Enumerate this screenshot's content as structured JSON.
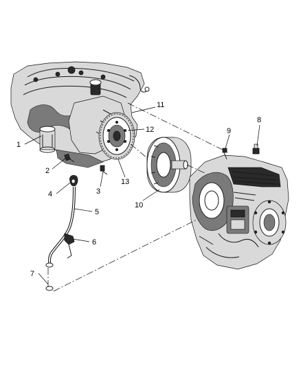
{
  "callouts": [
    {
      "id": "1",
      "text": "1"
    },
    {
      "id": "2",
      "text": "2"
    },
    {
      "id": "3",
      "text": "3"
    },
    {
      "id": "4",
      "text": "4"
    },
    {
      "id": "5",
      "text": "5"
    },
    {
      "id": "6",
      "text": "6"
    },
    {
      "id": "7",
      "text": "7"
    },
    {
      "id": "8",
      "text": "8"
    },
    {
      "id": "9",
      "text": "9"
    },
    {
      "id": "10",
      "text": "10"
    },
    {
      "id": "11",
      "text": "11"
    },
    {
      "id": "12",
      "text": "12"
    },
    {
      "id": "13",
      "text": "13"
    }
  ],
  "icons": {
    "engine": "engine-block-icon",
    "transaxle": "transaxle-icon",
    "converter": "torque-converter-icon",
    "flexplate": "flexplate-icon",
    "dipstick": "dipstick-tube-icon"
  }
}
